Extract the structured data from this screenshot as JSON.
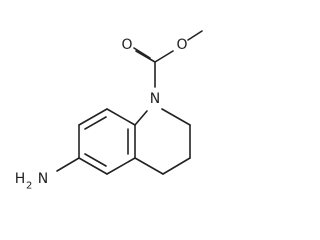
{
  "molecule": {
    "atoms": {
      "carbonyl_oxygen": "O",
      "ester_oxygen": "O",
      "ring_nitrogen": "N",
      "amine_text": "H",
      "amine_subscript": "2",
      "amine_n": "N"
    }
  }
}
